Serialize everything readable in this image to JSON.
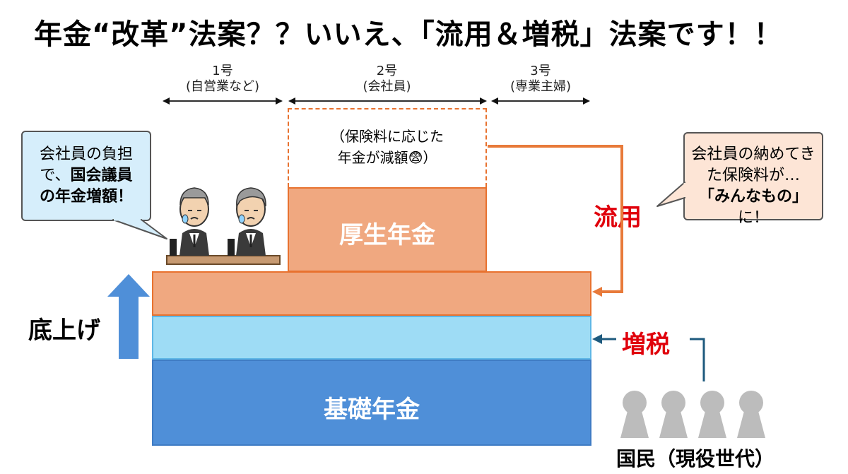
{
  "title": "年金“改革”法案？？いいえ、「流用＆増税」法案です！！",
  "categories": [
    {
      "number": "1号",
      "name": "(自営業など)"
    },
    {
      "number": "2号",
      "name": "(会社員)"
    },
    {
      "number": "3号",
      "name": "(専業主婦)"
    }
  ],
  "reduced_note": {
    "line1": "（保険料に応じた",
    "line2": "年金が減額",
    "emoji": "😨",
    "suffix": "）"
  },
  "kosei_label": "厚生年金",
  "kiso_label": "基礎年金",
  "sokoage_label": "底上げ",
  "ryuyo_label": "流用",
  "zozei_label": "増税",
  "kokumin_label": "国民（現役世代）",
  "bubble_left": {
    "line1": "会社員の負担",
    "line2_plain": "で、",
    "line2_bold": "国会議員",
    "line3_bold": "の年金増額！"
  },
  "bubble_right": {
    "line1": "会社員の納めてき",
    "line2": "た保険料が…",
    "line3_bold": "「みんなもの」",
    "line3_plain": "に！"
  },
  "colors": {
    "kosei": "#f0a880",
    "kosei_border": "#e8722f",
    "kiso": "#4f8fd8",
    "light_blue": "#9edcf5",
    "light_blue_border": "#5fb7e6",
    "bubble_left_bg": "#d6eefb",
    "bubble_right_bg": "#fde5d6",
    "arrow_orange": "#e87a3a",
    "arrow_navy": "#1e5a7e",
    "accent_red": "#e0000b",
    "people_gray": "#bcbcbc"
  }
}
